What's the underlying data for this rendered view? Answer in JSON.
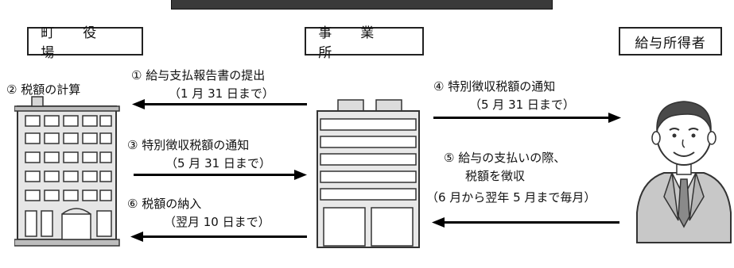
{
  "boxes": {
    "town": "町 役 場",
    "office": "事 業 所",
    "earner": "給与所得者"
  },
  "steps": {
    "s1": "① 給与支払報告書の提出",
    "s1_due": "（1 月 31 日まで）",
    "s2": "② 税額の計算",
    "s3": "③ 特別徴収税額の通知",
    "s3_due": "（5 月 31 日まで）",
    "s4": "④ 特別徴収税額の通知",
    "s4_due": "（5 月 31 日まで）",
    "s5": "⑤ 給与の支払いの際、",
    "s5_line2": "税額を徴収",
    "s5_due": "（6 月から翌年 5 月まで毎月）",
    "s6": "⑥ 税額の納入",
    "s6_due": "（翌月 10 日まで）"
  },
  "colors": {
    "border": "#222222",
    "arrow": "#000000",
    "building_fill": "#e6e6e6",
    "person_suit": "#c8c8c8"
  },
  "icons": {
    "town_hall": "building-icon",
    "office": "office-building-icon",
    "earner": "person-icon"
  }
}
